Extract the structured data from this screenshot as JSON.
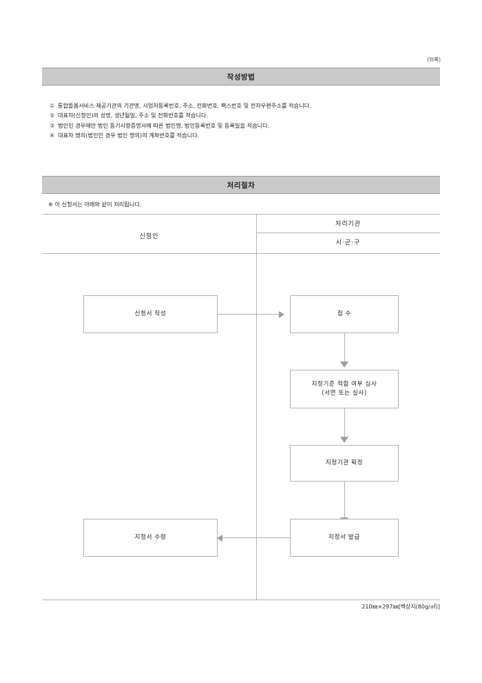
{
  "document": {
    "page_marker": "(뒤쪽)",
    "footer_note": "210㎜×297㎜[백상지(80g/㎡)]"
  },
  "writing_method": {
    "section_title": "작성방법",
    "items": [
      {
        "marker": "①",
        "text": "통합돌봄서비스 제공기관의 기관명, 사업자등록번호, 주소, 전화번호, 팩스번호 및 전자우편주소를 적습니다."
      },
      {
        "marker": "②",
        "text": "대표자(신청인)의 성명, 생년월일, 주소 및 전화번호를 적습니다."
      },
      {
        "marker": "③",
        "text": "법인인 경우에만 법인 등기사항증명서에 따른 법인명, 법인등록번호 및 등록일을 적습니다."
      },
      {
        "marker": "④",
        "text": "대표자 명의(법인인 경우 법인 명의)의 계좌번호를 적습니다."
      }
    ]
  },
  "procedure": {
    "section_title": "처리절차",
    "note": "※ 이 신청서는 아래와 같이 처리됩니다.",
    "columns": {
      "applicant": "신청인",
      "agency": "처리기관",
      "agency_sub": "시·군·구"
    },
    "steps": [
      {
        "id": "step-application-form",
        "label": "신청서 작성",
        "sub": ""
      },
      {
        "id": "step-receipt",
        "label": "접 수",
        "sub": ""
      },
      {
        "id": "step-review",
        "label": "지정기준 적합 여부 심사",
        "sub": "(서면 또는 실사)"
      },
      {
        "id": "step-confirm",
        "label": "지정기관 확정",
        "sub": ""
      },
      {
        "id": "step-issue",
        "label": "지정서 발급",
        "sub": ""
      },
      {
        "id": "step-receive",
        "label": "지정서 수령",
        "sub": ""
      }
    ]
  },
  "colors": {
    "section_bar_bg": "#c9c9c9",
    "line": "#b0b0b0",
    "arrow": "#9d9d9d"
  }
}
